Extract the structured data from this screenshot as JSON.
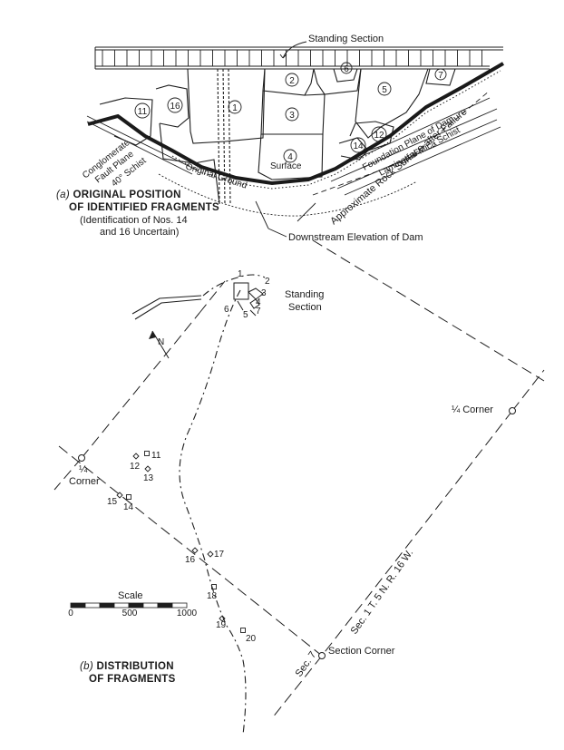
{
  "part_a": {
    "letter": "(a)",
    "title_line1": "ORIGINAL POSITION",
    "title_line2": "OF IDENTIFIED FRAGMENTS",
    "note_line1": "(Identification of Nos. 14",
    "note_line2": "and 16 Uncertain)",
    "standing_section": "Standing Section",
    "downstream_elevation": "Downstream Elevation of Dam",
    "original_ground": "Original Ground",
    "surface": "Surface",
    "conglomerate": "Conglomerate",
    "fault_plane": "Fault Plane",
    "schist_40": "40° Schist",
    "foundation_plane": "Foundation Plane of Dam",
    "laminated_schist": "Laminated Mica Schist",
    "rock_surface": "Approximate Rock Surface after Failure",
    "fragment_numbers": [
      "1",
      "2",
      "3",
      "4",
      "5",
      "6",
      "7",
      "11",
      "12",
      "14",
      "16"
    ]
  },
  "part_b": {
    "letter": "(b)",
    "title_line1": "DISTRIBUTION",
    "title_line2": "OF FRAGMENTS",
    "standing_line1": "Standing",
    "standing_line2": "Section",
    "quarter_corner_right": "¼ Corner",
    "quarter_left_1": "¼",
    "quarter_left_2": "Corner",
    "section_corner": "Section Corner",
    "section_line_label": "Sec. 1 T. 5 N. R. 16 W.",
    "sec7": "Sec. 7",
    "north": "N",
    "fragments": [
      "1",
      "2",
      "3",
      "4",
      "5",
      "6",
      "7",
      "11",
      "12",
      "13",
      "14",
      "15",
      "16",
      "17",
      "18",
      "19",
      "20"
    ]
  },
  "scale_bar": {
    "title": "Scale",
    "ticks": [
      "0",
      "500",
      "1000"
    ]
  }
}
